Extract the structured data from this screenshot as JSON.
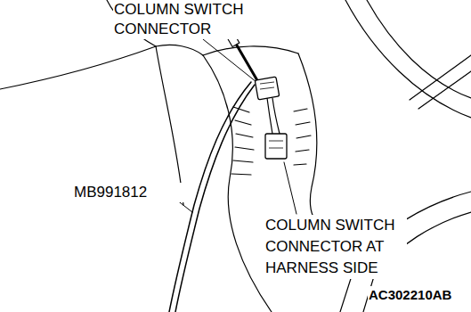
{
  "diagram": {
    "labels": [
      "COLUMN SWITCH CONNECTOR",
      "MB991812",
      "COLUMN SWITCH CONNECTOR AT HARNESS SIDE",
      "AC302210AB"
    ]
  }
}
